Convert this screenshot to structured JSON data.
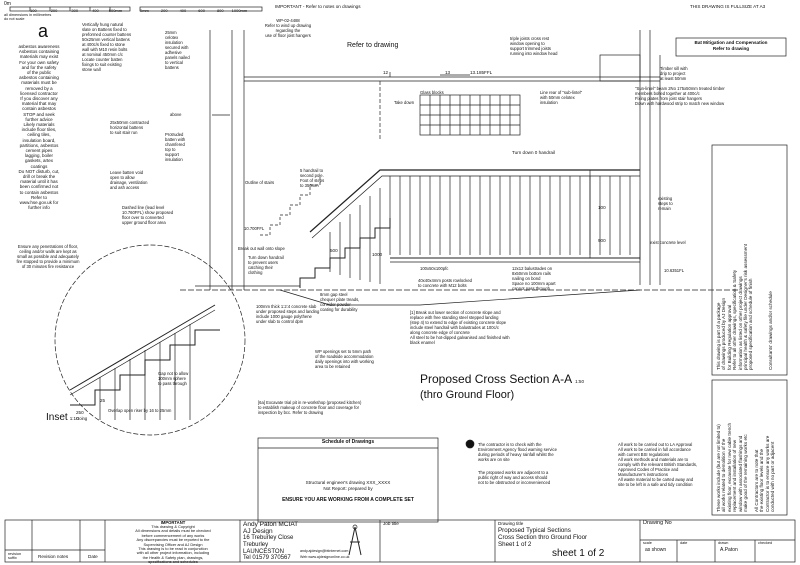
{
  "header": {
    "scale_label": "0m",
    "scale_ticks": [
      "100",
      "200",
      "300",
      "400",
      "500mm"
    ],
    "scale_ticks2": [
      "0mm",
      "200",
      "400",
      "600",
      "800",
      "1000mm"
    ],
    "important_note": "IMPORTANT - Refer to notes on drawings",
    "print_note": "THIS DRAWING IS FULLSIZE AT A3",
    "dims_note": "all dimensions in millimetres\ndo not scale"
  },
  "notes": {
    "asbestos_letter": "a",
    "asbestos": "asbestos awareness\nAsbestos containing\nmaterials may exist\nFor your own safety\nand for the safety\nof the public\nasbestos containing\nmaterials must be\nremoved by a\nlicensed contractor\nIf you discover any\nmaterial that may\ncontain asbestos\nSTOP and seek\nfurther advice\nLikely materials\ninclude floor tiles,\nceiling tiles,\ninsulation board,\npartitions, asbestos\ncement pipes\nlagging, boiler\ngaskets, artex\ncoatings\nDo NOT disturb, cut,\ndrill or break the\nmaterial until it has\nbeen confirmed not\nto contain asbestos\nRefer to\nwww.hse.gov.uk for\nfurther info",
    "fire_note": "Ensure any penetrations of floor,\nceiling and/or walls are kept as\nsmall as possible and adequately\nfire stopped to provide a minimum\nof 30 minutes fire resistance",
    "battens": "Vertically hung natural\nslate on Battens fixed to\npreformed counter battens\n50x25mm vertical battens\nat 400c/s fixed to stone\nwall with M10 resin bolts\nat nominal 450mm c/c\nLocate counter batten\nfixings to suit existing\nstone wall",
    "insulation": "25mm\ncelotex\ninsulation\nsecured with\nadhesive\npanels nailed\nto vertical\nbattens",
    "above": "above",
    "contracted": "25x50mm contracted\nhorizontal battens\nto suit stair run",
    "protruded": "Protruded\nbatten with\nchamfered\ntop to\nsupport\ninsulation",
    "leave_batten": "Leave batten void\nopen to allow\ndrainage, ventilation\nand ash access",
    "dashed_line": "Dashed line (lead level\n10.760FFL) show proposed\nfloor over to converted\nupper ground floor area",
    "wp_note": "WP-02-4488\nRefer to wind up drawing\nregarding the\nuse of floor joist hangers",
    "refer_drawing": "Refer to drawing",
    "triple_joists": "triple joists cross rest\nwindow opening to\nsupport trimmed joists\nrunning into window head",
    "bat_mitigation": "Bat Mitigation and Compensation\nRefer to drawing",
    "timber_sill": "Timber sill with\ndrip to project\nat least 50mm",
    "sun_lintel": "\"Sun-lintel\" beam 2No 175x50mm treated timber\nmembers bolted together at 400c/c\nFixing plates from joist stair hangers\nDown with hardwood strip to match new window",
    "glass_blocks": "Glass blocks",
    "line_of_lintel": "Line rear of \"sub-lintel\"\nwith 50mm celotex\ninsulation",
    "take_down": "Take down",
    "turn_down": "Turn down 0 handrail",
    "outline_stairs": "Outline of stairs",
    "handrail": "5 handrail to\nsecond pole.\nFoot of steps\nto 350mm",
    "ffl": "10.700FFL",
    "break_out": "Break out wall onto slope",
    "turn_down2": "Turn down handrail\nto prevent users\ncatching their\nclothing",
    "exist_level": "exist concrete level",
    "level_mark": "10.6351FL",
    "protect_steps": "existing\nsteps to\nremain",
    "dim_100": "100",
    "dim_900": "900",
    "dim_500": "500",
    "dim_250": "250",
    "dim_25": "25",
    "dim_1000": "1000",
    "dim_12": "12",
    "dim_13": "13",
    "dim_level": "13.185FFL",
    "posts": "100x50x100pfc",
    "handrail_posts": "40x40x4mm posts rowlocked\nto concrete with M12 bolts",
    "balusters": "12x12 balustrades on\n8x50mm bottom rails\nnailing on bond\nSpace no 100mm apart\ncannot pass through",
    "gap_note": "8mm gap steel\nchequer plate treads,\nconsider powder\ncoating for durability",
    "concrete_note": "100mm thick 1:2:4 concrete slab\nunder proposed steps and landing\ninclude 1000 gauge polythene\nunder slab to control dpm",
    "wp_openings": "WP openings set to 5mm path\nof the roadside accommodation\ndaily openings into with working\narea to be retained",
    "break_slab": "[1] Break out lower section of concrete slope and\nreplace with free standing steel stepped landing\n(step 4) to extend to edge of existing concrete slope\ninclude steel handrail with balustrades at 100c/c\nalong concrete edge of concrete\nAll steel to be hot-dipped galvanised and finished with\nblack enamel",
    "excavate": "[6a] Excavate trial pit in re-workshop (proposed kitchen)\nto establish makeup of concrete floor and coverage for\ninspection by bcc. Refer to drawing",
    "gap_inset": "Gap not to allow\n100mm sphere\nto pass through",
    "overlap": "Overlap open riser by 16 to 25mm",
    "going": "Going",
    "dim_inset_250": "250",
    "dim_inset_25": "25",
    "inset_label": "Inset",
    "inset_scale": "1:10",
    "section_title": "Proposed Cross Section A-A",
    "section_scale": "1:50",
    "section_sub": "(thro Ground Floor)",
    "schedule_title": "Schedule of Drawings",
    "schedule_body": "Structural engineer's drawing XXX_XXXX\nNot Report:                   prepared by",
    "schedule_warning": "ENSURE YOU ARE WORKING FROM A COMPLETE SET",
    "contractor_note": "The contractor is to check with the\nEnvironment Agency flood warning service\nduring periods of heavy rainfall whilst the\nworks are on site",
    "proposed_works": "The proposed works are adjacent to a\npublic right of way and access should\nnot to be obstructed or inconvenienced",
    "building_regs": "All work to be carried out to LA Approval\nAll work to be carried in full accordance\nwith current BSI regulations\nAll work methods and materials are to\ncomply with the relevant British Standards,\nApproved Codes of Practice and\nManufacturer's instructions\nAll waste material to be carted away and\nsite to be left in a safe and tidy condition",
    "side_note1": "This drawing is part of a package\nof drawings produced by AJ Design\nfor Building Regulation approval\nRefer to all other drawings, specification & Safety\ninformation as listed on other project drawings\nprincipal health & safety file under Designer's risk assessment\nproposed specification and schedule of finish",
    "side_note2": "Consultants' drawings and/or schedule",
    "side_note3": "These works include (but are not limited to)\nall works related to demolition of the\nexisting floor, excavate for new cable trench\nreplacement and installation of new\nwindow with associated flashings and\nmake good of the remaining works etc",
    "side_note4": "All Contractors are to note that\nthe existing floor levels and the\nContractor is to ensure any works are\nconducted with no part or adjacent"
  },
  "title_block": {
    "revision_label": "revision\nsuffix",
    "revision_notes_label": "Revision notes",
    "date_label": "Date",
    "important_heading": "IMPORTANT",
    "important_body": "This drawing & Copyright\nAll dimensions and details must be checked\nbefore commencement of any works\nAny discrepancies must be reported to the\nSupervising Officer and AJ Design\nThis drawing is to be read in conjunction\nwith all other project information, including\nthe Health & Safety plan, drawings,\nspecifications and schedules",
    "designer_name": "Andy Paton MCIAT",
    "company": "AJ Design",
    "address": "16 Treburley Close\nTreburley\nLAUNCESTON",
    "tel": "Tel 01579 370567",
    "email": "andy.ajdesign@btinternet.com",
    "web": "Web www.ajdesignonline.co.uk",
    "job_title_label": "Job title",
    "drawing_title_label": "Drawing title",
    "drawing_title": "Proposed Typical Sections\nCross Section thro Ground Floor\nSheet 1 of 2",
    "drawing_no_label": "Drawing No",
    "scale_label": "scale",
    "scale_value": "as shown",
    "date_label2": "date",
    "drawn_label": "drawn",
    "drawn_value": "A.Paton",
    "checked_label": "checked",
    "sheet": "sheet 1 of 2"
  }
}
